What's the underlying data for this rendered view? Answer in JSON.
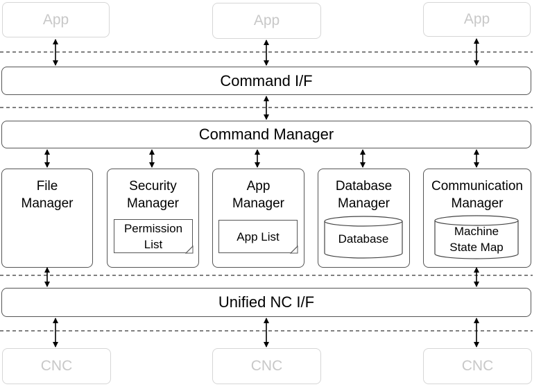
{
  "apps": [
    "App",
    "App",
    "App"
  ],
  "command_if": "Command I/F",
  "command_manager": "Command Manager",
  "modules": [
    {
      "title": [
        "File",
        "Manager"
      ]
    },
    {
      "title": [
        "Security",
        "Manager"
      ],
      "note": [
        "Permission",
        "List"
      ]
    },
    {
      "title": [
        "App",
        "Manager"
      ],
      "note": [
        "App List"
      ]
    },
    {
      "title": [
        "Database",
        "Manager"
      ],
      "cylinder": [
        "Database"
      ]
    },
    {
      "title": [
        "Communication",
        "Manager"
      ],
      "cylinder": [
        "Machine",
        "State Map"
      ]
    }
  ],
  "unified_nc_if": "Unified NC I/F",
  "cncs": [
    "CNC",
    "CNC",
    "CNC"
  ],
  "colors": {
    "line": "#555555",
    "faded_text": "#c8c8c8",
    "faded_border": "#d6d6d6"
  }
}
